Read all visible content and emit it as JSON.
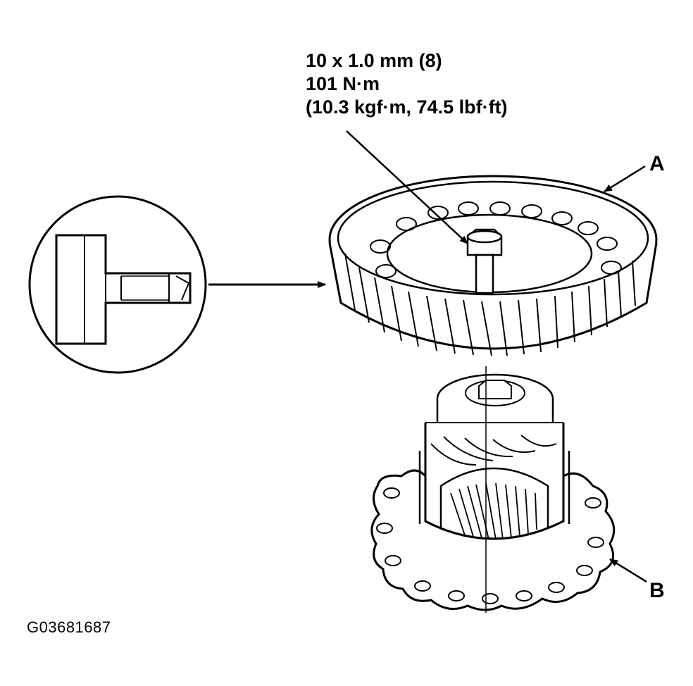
{
  "spec": {
    "line1": "10 x 1.0 mm (8)",
    "line2": "101 N·m",
    "line3": "(10.3 kgf·m, 74.5 lbf·ft)"
  },
  "callouts": {
    "a": "A",
    "b": "B"
  },
  "figure_id": "G03681687",
  "colors": {
    "ink": "#000000",
    "background": "#ffffff"
  }
}
